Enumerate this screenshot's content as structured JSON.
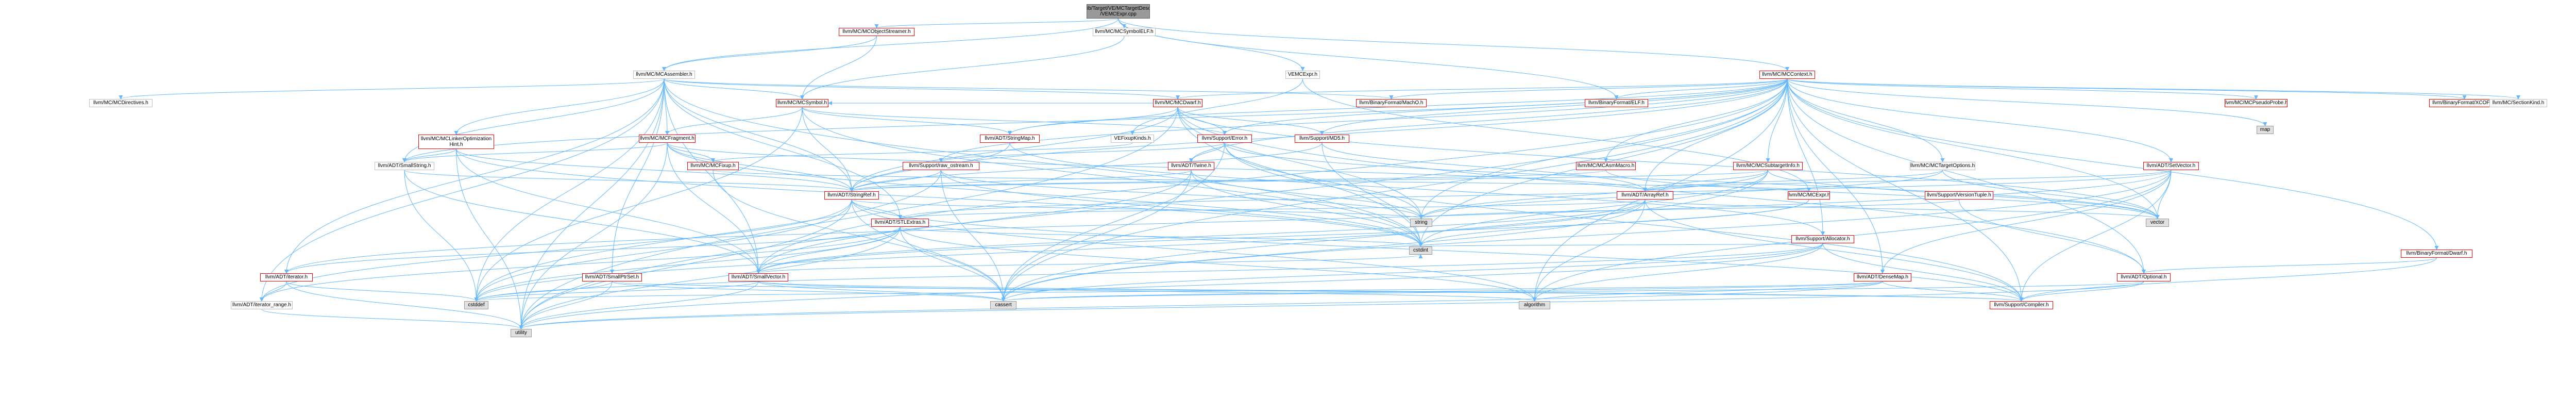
{
  "colors": {
    "edge": "#63b8ff",
    "border_link": "#ff0000",
    "border_plain": "#bfbfbf",
    "fill_system": "#e0e0e0",
    "fill_root": "#999999"
  },
  "nodes": {
    "root": {
      "label": "lib/Target/VE/MCTargetDesc\n/VEMCExpr.cpp"
    },
    "mcobjectstreamer": {
      "label": "llvm/MC/MCObjectStreamer.h"
    },
    "mcsymbolelf": {
      "label": "llvm/MC/MCSymbolELF.h"
    },
    "vemcexpr_h": {
      "label": "VEMCExpr.h"
    },
    "mccontext": {
      "label": "llvm/MC/MCContext.h"
    },
    "mcassembler": {
      "label": "llvm/MC/MCAssembler.h"
    },
    "mcdirectives": {
      "label": "llvm/MC/MCDirectives.h"
    },
    "mcsymbol": {
      "label": "llvm/MC/MCSymbol.h"
    },
    "mcdwarf": {
      "label": "llvm/MC/MCDwarf.h"
    },
    "machoformat": {
      "label": "llvm/BinaryFormat/MachO.h"
    },
    "elfformat": {
      "label": "llvm/BinaryFormat/ELF.h"
    },
    "mcpseudoprobe": {
      "label": "llvm/MC/MCPseudoProbe.h"
    },
    "xcoff": {
      "label": "llvm/BinaryFormat/XCOFF.h"
    },
    "sectionkind": {
      "label": "llvm/MC/SectionKind.h"
    },
    "map": {
      "label": "map"
    },
    "linkeropt": {
      "label": "llvm/MC/MCLinkerOptimization\nHint.h"
    },
    "mcfragment": {
      "label": "llvm/MC/MCFragment.h"
    },
    "vefixupkinds": {
      "label": "VEFixupKinds.h"
    },
    "stringmap": {
      "label": "llvm/ADT/StringMap.h"
    },
    "errorh": {
      "label": "llvm/Support/Error.h"
    },
    "md5": {
      "label": "llvm/Support/MD5.h"
    },
    "smallstring": {
      "label": "llvm/ADT/SmallString.h"
    },
    "mcfixup": {
      "label": "llvm/MC/MCFixup.h"
    },
    "rawostream": {
      "label": "llvm/Support/raw_ostream.h"
    },
    "twine": {
      "label": "llvm/ADT/Twine.h"
    },
    "mcasmmacro": {
      "label": "llvm/MC/MCAsmMacro.h"
    },
    "mcsubtargetinfo": {
      "label": "llvm/MC/MCSubtargetInfo.h"
    },
    "mctargetoptions": {
      "label": "llvm/MC/MCTargetOptions.h"
    },
    "setvector": {
      "label": "llvm/ADT/SetVector.h"
    },
    "stringref": {
      "label": "llvm/ADT/StringRef.h"
    },
    "arrayref": {
      "label": "llvm/ADT/ArrayRef.h"
    },
    "mcexpr": {
      "label": "llvm/MC/MCExpr.h"
    },
    "versiontuple": {
      "label": "llvm/Support/VersionTuple.h"
    },
    "stlextras": {
      "label": "llvm/ADT/STLExtras.h"
    },
    "string": {
      "label": "string"
    },
    "vector": {
      "label": "vector"
    },
    "cstdint": {
      "label": "cstdint"
    },
    "allocator": {
      "label": "llvm/Support/Allocator.h"
    },
    "densemap": {
      "label": "llvm/ADT/DenseMap.h"
    },
    "optional": {
      "label": "llvm/ADT/Optional.h"
    },
    "dwarfformat": {
      "label": "llvm/BinaryFormat/Dwarf.h"
    },
    "iterator": {
      "label": "llvm/ADT/iterator.h"
    },
    "smallptrset": {
      "label": "llvm/ADT/SmallPtrSet.h"
    },
    "smallvector": {
      "label": "llvm/ADT/SmallVector.h"
    },
    "iteratorrange": {
      "label": "llvm/ADT/iterator_range.h"
    },
    "cstddef": {
      "label": "cstddef"
    },
    "cassert": {
      "label": "cassert"
    },
    "algorithm": {
      "label": "algorithm"
    },
    "compiler": {
      "label": "llvm/Support/Compiler.h"
    },
    "utility": {
      "label": "utility"
    }
  }
}
